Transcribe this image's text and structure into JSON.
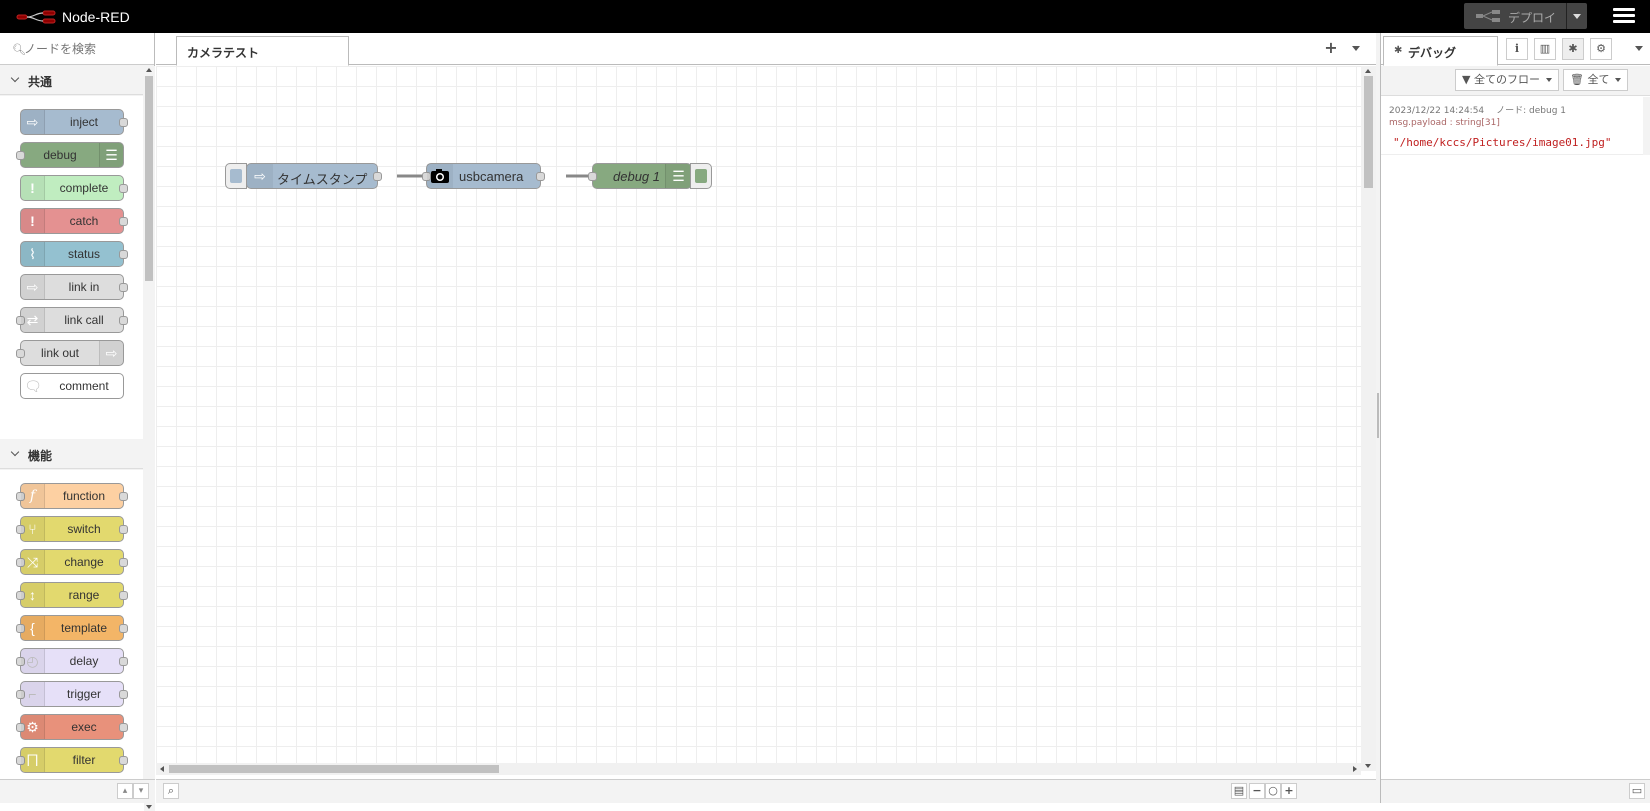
{
  "header": {
    "app_title": "Node-RED",
    "deploy_label": "デプロイ",
    "menu_icon": "hamburger-icon"
  },
  "palette": {
    "search_placeholder": "ノードを検索",
    "categories": [
      {
        "label": "共通",
        "nodes": [
          {
            "label": "inject",
            "color": "#a6bbcf"
          },
          {
            "label": "debug",
            "color": "#87a980"
          },
          {
            "label": "complete",
            "color": "#c0edc0"
          },
          {
            "label": "catch",
            "color": "#e49191"
          },
          {
            "label": "status",
            "color": "#94c1d0"
          },
          {
            "label": "link in",
            "color": "#dddddd"
          },
          {
            "label": "link call",
            "color": "#dddddd"
          },
          {
            "label": "link out",
            "color": "#dddddd"
          },
          {
            "label": "comment",
            "color": "#ffffff"
          }
        ]
      },
      {
        "label": "機能",
        "nodes": [
          {
            "label": "function",
            "color": "#fdd0a2"
          },
          {
            "label": "switch",
            "color": "#e2d96e"
          },
          {
            "label": "change",
            "color": "#e2d96e"
          },
          {
            "label": "range",
            "color": "#e2d96e"
          },
          {
            "label": "template",
            "color": "#f3b567"
          },
          {
            "label": "delay",
            "color": "#e6e0f8"
          },
          {
            "label": "trigger",
            "color": "#e6e0f8"
          },
          {
            "label": "exec",
            "color": "#e8917b"
          },
          {
            "label": "filter",
            "color": "#e2d96e"
          }
        ]
      }
    ]
  },
  "workspace": {
    "tab_label": "カメラテスト",
    "flow_nodes": [
      {
        "label": "タイムスタンプ",
        "color": "#a6bbcf"
      },
      {
        "label": "usbcamera",
        "color": "#a6bbcf"
      },
      {
        "label": "debug 1",
        "color": "#87a980"
      }
    ]
  },
  "sidebar": {
    "tab_label": "デバッグ",
    "filter_label": "全てのフロー",
    "clear_label": "全て",
    "message": {
      "timestamp": "2023/12/22 14:24:54",
      "node": "ノード: debug 1",
      "topic": "msg.payload : string[31]",
      "payload": "\"/home/kccs/Pictures/image01.jpg\""
    }
  }
}
